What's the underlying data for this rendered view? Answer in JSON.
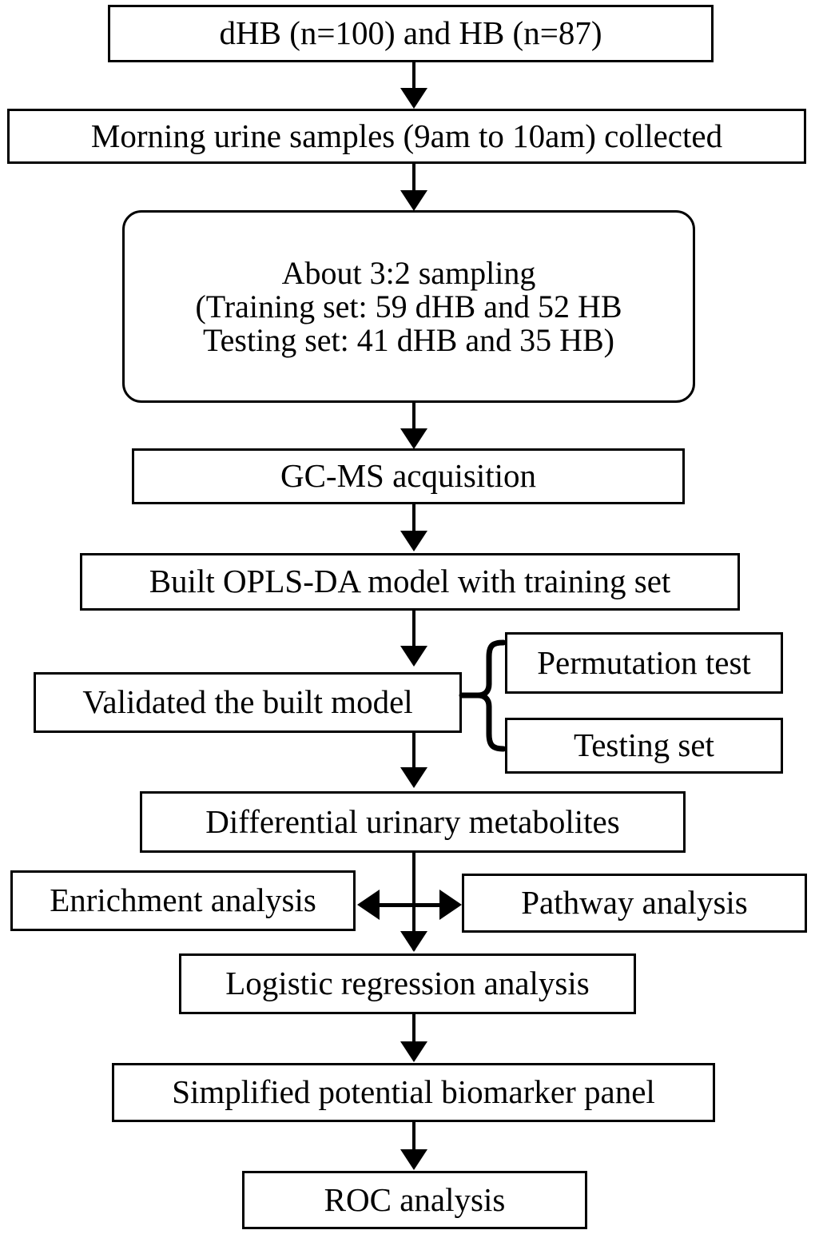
{
  "diagram": {
    "title": "Study workflow flowchart",
    "colors": {
      "stroke": "#000000",
      "fill": "#ffffff",
      "text": "#000000"
    },
    "nodes": {
      "cohort": {
        "label": "dHB (n=100) and HB (n=87)",
        "shape": "rectangle"
      },
      "urine": {
        "label": "Morning urine samples (9am to 10am) collected",
        "shape": "rectangle"
      },
      "sampling": {
        "shape": "rounded-rectangle",
        "line1": "About 3:2 sampling",
        "line2": "(Training set: 59 dHB and 52 HB",
        "line3": "Testing set: 41 dHB and 35 HB)"
      },
      "gcms": {
        "label": "GC-MS acquisition",
        "shape": "rectangle"
      },
      "opls": {
        "label": "Built OPLS-DA model with training set",
        "shape": "rectangle"
      },
      "validated": {
        "label": "Validated the built model",
        "shape": "rectangle"
      },
      "permutation": {
        "label": "Permutation test",
        "shape": "rectangle"
      },
      "testing_set": {
        "label": "Testing set",
        "shape": "rectangle"
      },
      "differential": {
        "label": "Differential urinary metabolites",
        "shape": "rectangle"
      },
      "enrichment": {
        "label": "Enrichment analysis",
        "shape": "rectangle"
      },
      "pathway": {
        "label": "Pathway analysis",
        "shape": "rectangle"
      },
      "logistic": {
        "label": "Logistic regression analysis",
        "shape": "rectangle"
      },
      "simplified": {
        "label": "Simplified potential biomarker panel",
        "shape": "rectangle"
      },
      "roc": {
        "label": "ROC analysis",
        "shape": "rectangle"
      }
    },
    "connectors": [
      {
        "from": "cohort",
        "to": "urine",
        "type": "arrow-down"
      },
      {
        "from": "urine",
        "to": "sampling",
        "type": "arrow-down"
      },
      {
        "from": "sampling",
        "to": "gcms",
        "type": "arrow-down"
      },
      {
        "from": "gcms",
        "to": "opls",
        "type": "arrow-down"
      },
      {
        "from": "opls",
        "to": "validated",
        "type": "arrow-down"
      },
      {
        "from": "validated",
        "to": "permutation",
        "type": "brace"
      },
      {
        "from": "validated",
        "to": "testing_set",
        "type": "brace"
      },
      {
        "from": "validated",
        "to": "differential",
        "type": "arrow-down"
      },
      {
        "from": "differential",
        "to": "enrichment",
        "type": "arrow-left"
      },
      {
        "from": "differential",
        "to": "pathway",
        "type": "arrow-right"
      },
      {
        "from": "differential",
        "to": "logistic",
        "type": "arrow-down"
      },
      {
        "from": "logistic",
        "to": "simplified",
        "type": "arrow-down"
      },
      {
        "from": "simplified",
        "to": "roc",
        "type": "arrow-down"
      }
    ]
  }
}
